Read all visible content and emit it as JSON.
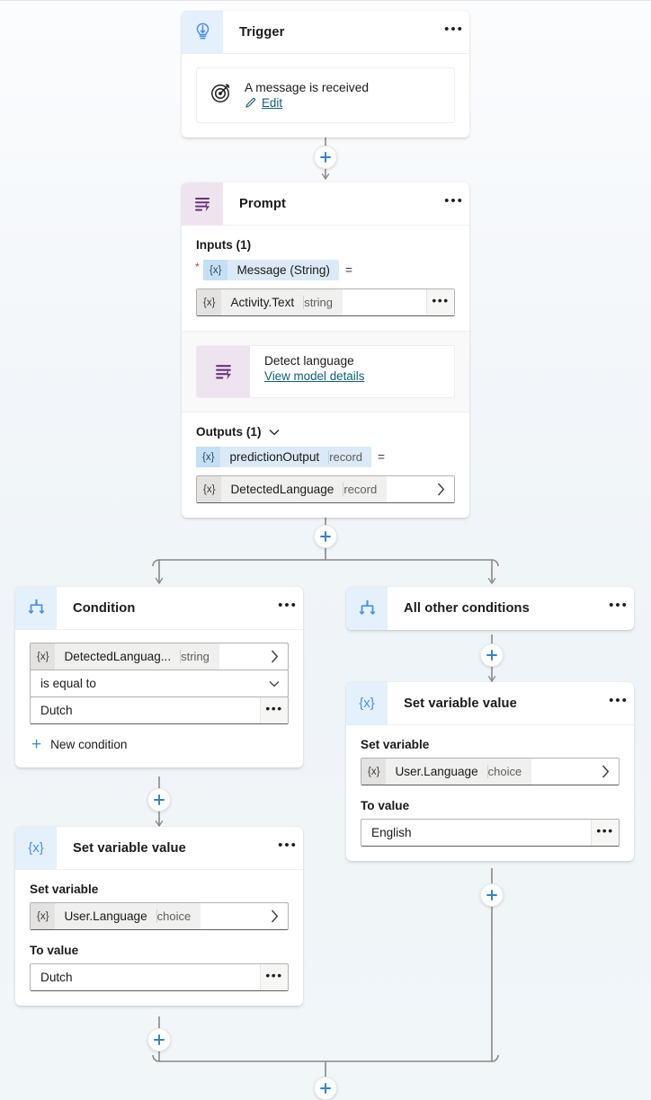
{
  "canvas": {
    "background_color": "#f2f6fa",
    "connector_color": "#8a8886",
    "accent_color": "#3a82bd"
  },
  "add_buttons": [
    {
      "name": "add-step-after-trigger",
      "label": "+"
    },
    {
      "name": "add-step-after-prompt",
      "label": "+"
    },
    {
      "name": "add-step-after-all-other-conditions",
      "label": "+"
    },
    {
      "name": "add-step-after-left-set-variable",
      "label": "+"
    },
    {
      "name": "add-step-after-right-set-variable",
      "label": "+"
    },
    {
      "name": "add-step-after-merge",
      "label": "+"
    }
  ],
  "nodes": {
    "trigger": {
      "title": "Trigger",
      "icon": "trigger-bolt-icon",
      "icon_color": "#4a90e2",
      "overflow_label": "•••",
      "card": {
        "icon": "target-icon",
        "title": "A message is received",
        "edit_icon": "pencil-icon",
        "edit_label": "Edit"
      }
    },
    "prompt": {
      "title": "Prompt",
      "icon": "prompt-lines-bolt-icon",
      "icon_color": "#68327f",
      "overflow_label": "•••",
      "inputs": {
        "section_label": "Inputs (1)",
        "required_marker": "*",
        "token": {
          "brace": "{x}",
          "name": "Message (String)",
          "type": ""
        },
        "equals": "=",
        "value_field": {
          "brace": "{x}",
          "name": "Activity.Text",
          "type": "string",
          "overflow_label": "•••"
        }
      },
      "model": {
        "icon": "prompt-lines-bolt-icon",
        "title": "Detect language",
        "link": "View model details"
      },
      "outputs": {
        "section_label": "Outputs (1)",
        "collapse_icon": "chevron-down-icon",
        "token": {
          "brace": "{x}",
          "name": "predictionOutput",
          "type": "record"
        },
        "equals": "=",
        "value_field": {
          "brace": "{x}",
          "name": "DetectedLanguage",
          "type": "record",
          "chevron_icon": "chevron-right-icon"
        }
      }
    },
    "condition": {
      "title": "Condition",
      "icon": "branch-icon",
      "icon_color": "#4a90e2",
      "overflow_label": "•••",
      "variable_field": {
        "brace": "{x}",
        "name": "DetectedLanguag...",
        "type": "string",
        "chevron_icon": "chevron-right-icon"
      },
      "operator": {
        "value": "is equal to",
        "caret_icon": "chevron-down-icon"
      },
      "value_field": {
        "value": "Dutch",
        "overflow_label": "•••"
      },
      "new_condition": {
        "icon": "plus-icon",
        "label": "New condition"
      }
    },
    "all_other_conditions": {
      "title": "All other conditions",
      "icon": "branch-icon",
      "icon_color": "#4a90e2",
      "overflow_label": "•••"
    },
    "set_variable_left": {
      "title": "Set variable value",
      "icon": "variable-braces-icon",
      "icon_color": "#4a90e2",
      "overflow_label": "•••",
      "set_variable_label": "Set variable",
      "variable_field": {
        "brace": "{x}",
        "name": "User.Language",
        "type": "choice",
        "chevron_icon": "chevron-right-icon"
      },
      "to_value_label": "To value",
      "to_value_field": {
        "value": "Dutch",
        "overflow_label": "•••"
      }
    },
    "set_variable_right": {
      "title": "Set variable value",
      "icon": "variable-braces-icon",
      "icon_color": "#4a90e2",
      "overflow_label": "•••",
      "set_variable_label": "Set variable",
      "variable_field": {
        "brace": "{x}",
        "name": "User.Language",
        "type": "choice",
        "chevron_icon": "chevron-right-icon"
      },
      "to_value_label": "To value",
      "to_value_field": {
        "value": "English",
        "overflow_label": "•••"
      }
    }
  }
}
